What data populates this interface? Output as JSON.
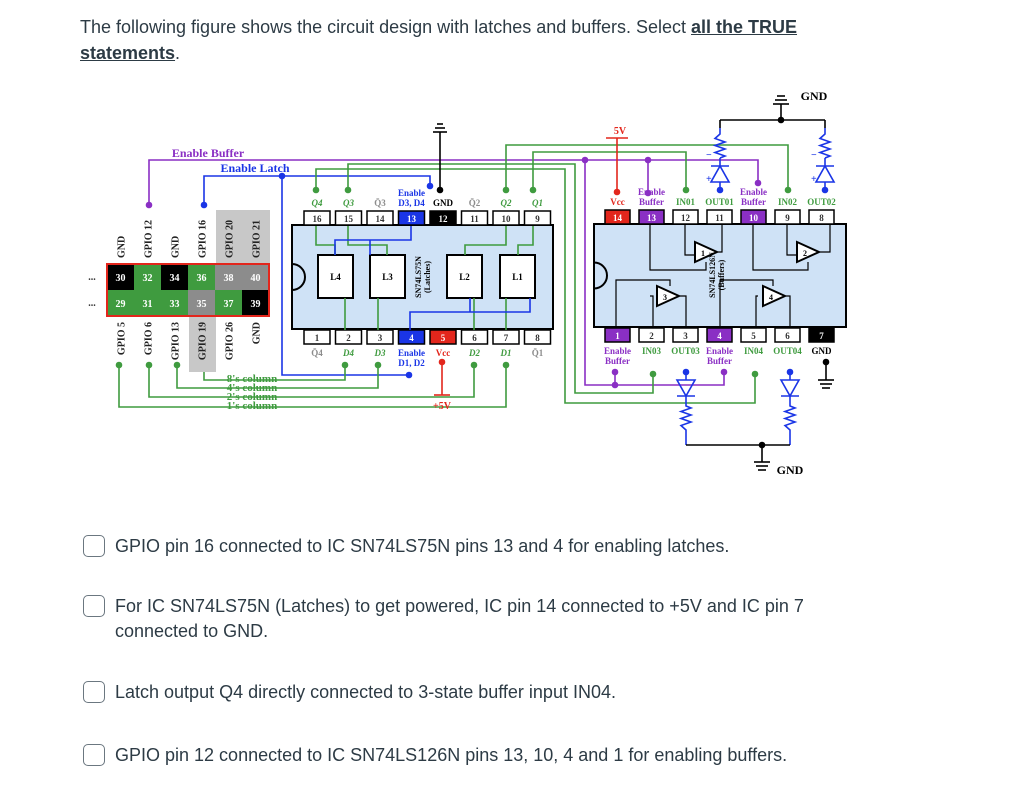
{
  "question": {
    "text": "The following figure shows the circuit design with latches and buffers. Select ",
    "emphasis": "all the TRUE statements",
    "end": "."
  },
  "options": [
    {
      "label": "GPIO pin 16 connected to IC SN74LS75N pins 13 and 4 for enabling latches.",
      "checked": false
    },
    {
      "label": "For IC SN74LS75N (Latches) to get powered, IC pin 14 connected to +5V and IC pin 7 connected to GND.",
      "checked": false
    },
    {
      "label": "Latch output Q4 directly connected to 3-state buffer input IN04.",
      "checked": false
    },
    {
      "label": "GPIO pin 12 connected to IC SN74LS126N pins 13, 10, 4 and 1 for enabling buffers.",
      "checked": false
    }
  ],
  "diagram": {
    "colors": {
      "green": "#3f9b3f",
      "purple": "#8a2fc4",
      "blue": "#1a35e6",
      "red": "#e3261c",
      "gray": "#8c8c8c",
      "black": "#000000",
      "chip": "#cfe2f6"
    },
    "header": {
      "ellipsis": [
        "...",
        "..."
      ],
      "top_labels": [
        "GND",
        "GPIO 12",
        "GND",
        "GPIO 16",
        "GPIO 20",
        "GPIO 21"
      ],
      "bottom_labels": [
        "GPIO 5",
        "GPIO 6",
        "GPIO 13",
        "GPIO 19",
        "GPIO 26",
        "GND"
      ],
      "top_row": [
        {
          "n": "30",
          "c": "black"
        },
        {
          "n": "32",
          "c": "green"
        },
        {
          "n": "34",
          "c": "black"
        },
        {
          "n": "36",
          "c": "green"
        },
        {
          "n": "38",
          "c": "gray"
        },
        {
          "n": "40",
          "c": "gray"
        }
      ],
      "bottom_row": [
        {
          "n": "29",
          "c": "green"
        },
        {
          "n": "31",
          "c": "green"
        },
        {
          "n": "33",
          "c": "green"
        },
        {
          "n": "35",
          "c": "gray"
        },
        {
          "n": "37",
          "c": "green"
        },
        {
          "n": "39",
          "c": "black"
        }
      ]
    },
    "nets": {
      "enable_buffer": "Enable Buffer",
      "enable_latch": "Enable Latch",
      "col8": "8's column",
      "col4": "4's column",
      "col2": "2's column",
      "col1": "1's column",
      "plus5v": "+5V",
      "v5": "5V",
      "gnd_top": "GND",
      "gnd_bottom": "GND"
    },
    "latch": {
      "name": "SN74LS75N",
      "sub": "(Latches)",
      "blocks": [
        "L4",
        "L3",
        "L2",
        "L1"
      ],
      "top_pins": [
        {
          "num": "16",
          "label": [
            "Q4"
          ],
          "pin": "white",
          "lc": "green"
        },
        {
          "num": "15",
          "label": [
            "Q3"
          ],
          "pin": "white",
          "lc": "green"
        },
        {
          "num": "14",
          "label": [
            "Q̄3"
          ],
          "pin": "white",
          "lc": "gray"
        },
        {
          "num": "13",
          "label": [
            "Enable",
            "D3, D4"
          ],
          "pin": "blue",
          "lc": "blue"
        },
        {
          "num": "12",
          "label": [
            "GND"
          ],
          "pin": "black",
          "lc": "black"
        },
        {
          "num": "11",
          "label": [
            "Q̄2"
          ],
          "pin": "white",
          "lc": "gray"
        },
        {
          "num": "10",
          "label": [
            "Q2"
          ],
          "pin": "white",
          "lc": "green"
        },
        {
          "num": "9",
          "label": [
            "Q1"
          ],
          "pin": "white",
          "lc": "green"
        }
      ],
      "bottom_pins": [
        {
          "num": "1",
          "label": [
            "Q̄4"
          ],
          "pin": "white",
          "lc": "gray"
        },
        {
          "num": "2",
          "label": [
            "D4"
          ],
          "pin": "white",
          "lc": "green"
        },
        {
          "num": "3",
          "label": [
            "D3"
          ],
          "pin": "white",
          "lc": "green"
        },
        {
          "num": "4",
          "label": [
            "Enable",
            "D1, D2"
          ],
          "pin": "blue",
          "lc": "blue"
        },
        {
          "num": "5",
          "label": [
            "Vcc"
          ],
          "pin": "red",
          "lc": "red"
        },
        {
          "num": "6",
          "label": [
            "D2"
          ],
          "pin": "white",
          "lc": "green"
        },
        {
          "num": "7",
          "label": [
            "D1"
          ],
          "pin": "white",
          "lc": "green"
        },
        {
          "num": "8",
          "label": [
            "Q̄1"
          ],
          "pin": "white",
          "lc": "gray"
        }
      ]
    },
    "buffer": {
      "name": "SN74LS126N",
      "sub": "(Buffers)",
      "gates": [
        "1",
        "2",
        "3",
        "4"
      ],
      "top_pins": [
        {
          "num": "14",
          "label": [
            "Vcc"
          ],
          "pin": "red",
          "lc": "red"
        },
        {
          "num": "13",
          "label": [
            "Enable",
            "Buffer"
          ],
          "pin": "purple",
          "lc": "purple"
        },
        {
          "num": "12",
          "label": [
            "IN01"
          ],
          "pin": "white",
          "lc": "green"
        },
        {
          "num": "11",
          "label": [
            "OUT01"
          ],
          "pin": "white",
          "lc": "green"
        },
        {
          "num": "10",
          "label": [
            "Enable",
            "Buffer"
          ],
          "pin": "purple",
          "lc": "purple"
        },
        {
          "num": "9",
          "label": [
            "IN02"
          ],
          "pin": "white",
          "lc": "green"
        },
        {
          "num": "8",
          "label": [
            "OUT02"
          ],
          "pin": "white",
          "lc": "green"
        }
      ],
      "bottom_pins": [
        {
          "num": "1",
          "label": [
            "Enable",
            "Buffer"
          ],
          "pin": "purple",
          "lc": "purple"
        },
        {
          "num": "2",
          "label": [
            "IN03"
          ],
          "pin": "white",
          "lc": "green"
        },
        {
          "num": "3",
          "label": [
            "OUT03"
          ],
          "pin": "white",
          "lc": "green"
        },
        {
          "num": "4",
          "label": [
            "Enable",
            "Buffer"
          ],
          "pin": "purple",
          "lc": "purple"
        },
        {
          "num": "5",
          "label": [
            "IN04"
          ],
          "pin": "white",
          "lc": "green"
        },
        {
          "num": "6",
          "label": [
            "OUT04"
          ],
          "pin": "white",
          "lc": "green"
        },
        {
          "num": "7",
          "label": [
            "GND"
          ],
          "pin": "black",
          "lc": "black"
        }
      ]
    }
  }
}
